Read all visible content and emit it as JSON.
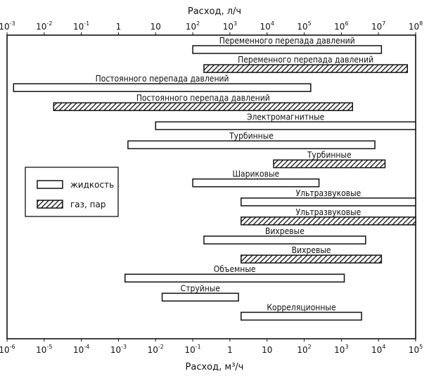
{
  "chart_data": {
    "type": "range-bar",
    "top_axis": {
      "title": "Расход, л/ч",
      "scale": "log",
      "range": [
        0.001,
        100000000
      ],
      "ticks": [
        {
          "mantissa": "10",
          "exp": "-3",
          "value": 0.001
        },
        {
          "mantissa": "10",
          "exp": "-2",
          "value": 0.01
        },
        {
          "mantissa": "10",
          "exp": "-1",
          "value": 0.1
        },
        {
          "mantissa": "1",
          "exp": "",
          "value": 1
        },
        {
          "mantissa": "10",
          "exp": "",
          "value": 10
        },
        {
          "mantissa": "10",
          "exp": "2",
          "value": 100
        },
        {
          "mantissa": "10",
          "exp": "3",
          "value": 1000
        },
        {
          "mantissa": "10",
          "exp": "4",
          "value": 10000
        },
        {
          "mantissa": "10",
          "exp": "5",
          "value": 100000
        },
        {
          "mantissa": "10",
          "exp": "6",
          "value": 1000000
        },
        {
          "mantissa": "10",
          "exp": "7",
          "value": 10000000
        },
        {
          "mantissa": "10",
          "exp": "8",
          "value": 100000000
        }
      ]
    },
    "bottom_axis": {
      "title": "Расход, м³/ч",
      "scale": "log",
      "range": [
        1e-06,
        100000
      ],
      "ticks": [
        {
          "mantissa": "10",
          "exp": "-6",
          "value": 1e-06
        },
        {
          "mantissa": "10",
          "exp": "-5",
          "value": 1e-05
        },
        {
          "mantissa": "10",
          "exp": "-4",
          "value": 0.0001
        },
        {
          "mantissa": "10",
          "exp": "-3",
          "value": 0.001
        },
        {
          "mantissa": "10",
          "exp": "-2",
          "value": 0.01
        },
        {
          "mantissa": "10",
          "exp": "-1",
          "value": 0.1
        },
        {
          "mantissa": "1",
          "exp": "",
          "value": 1
        },
        {
          "mantissa": "10",
          "exp": "",
          "value": 10
        },
        {
          "mantissa": "10",
          "exp": "2",
          "value": 100
        },
        {
          "mantissa": "10",
          "exp": "3",
          "value": 1000
        },
        {
          "mantissa": "10",
          "exp": "4",
          "value": 10000
        },
        {
          "mantissa": "10",
          "exp": "5",
          "value": 100000
        }
      ]
    },
    "legend": {
      "placement": "left-middle",
      "items": [
        {
          "key": "liquid",
          "label": "жидкость"
        },
        {
          "key": "gas",
          "label": "газ, пар"
        }
      ]
    },
    "bars": [
      {
        "label": "Переменного перепада давлений",
        "medium": "liquid",
        "from": 0.1,
        "to": 12000
      },
      {
        "label": "Переменного перепада давлений",
        "medium": "gas",
        "from": 0.2,
        "to": 60000
      },
      {
        "label": "Постоянного перепада давлений",
        "medium": "liquid",
        "from": 1.5e-06,
        "to": 150
      },
      {
        "label": "Постоянного перепада давлений",
        "medium": "gas",
        "from": 1.8e-05,
        "to": 2000
      },
      {
        "label": "Электромагнитные",
        "medium": "liquid",
        "from": 0.01,
        "to": 100000
      },
      {
        "label": "Турбинные",
        "medium": "liquid",
        "from": 0.0018,
        "to": 8000
      },
      {
        "label": "Турбинные",
        "medium": "gas",
        "from": 15,
        "to": 15000
      },
      {
        "label": "Шариковые",
        "medium": "liquid",
        "from": 0.1,
        "to": 250
      },
      {
        "label": "Ультразвуковые",
        "medium": "liquid",
        "from": 2,
        "to": 100000
      },
      {
        "label": "Ультразвуковые",
        "medium": "gas",
        "from": 2,
        "to": 100000
      },
      {
        "label": "Вихревые",
        "medium": "liquid",
        "from": 0.2,
        "to": 4500
      },
      {
        "label": "Вихревые",
        "medium": "gas",
        "from": 2,
        "to": 12000
      },
      {
        "label": "Объемные",
        "medium": "liquid",
        "from": 0.0015,
        "to": 1200
      },
      {
        "label": "Струйные",
        "medium": "liquid",
        "from": 0.015,
        "to": 1.7
      },
      {
        "label": "Корреляционные",
        "medium": "liquid",
        "from": 2,
        "to": 3500
      }
    ]
  }
}
